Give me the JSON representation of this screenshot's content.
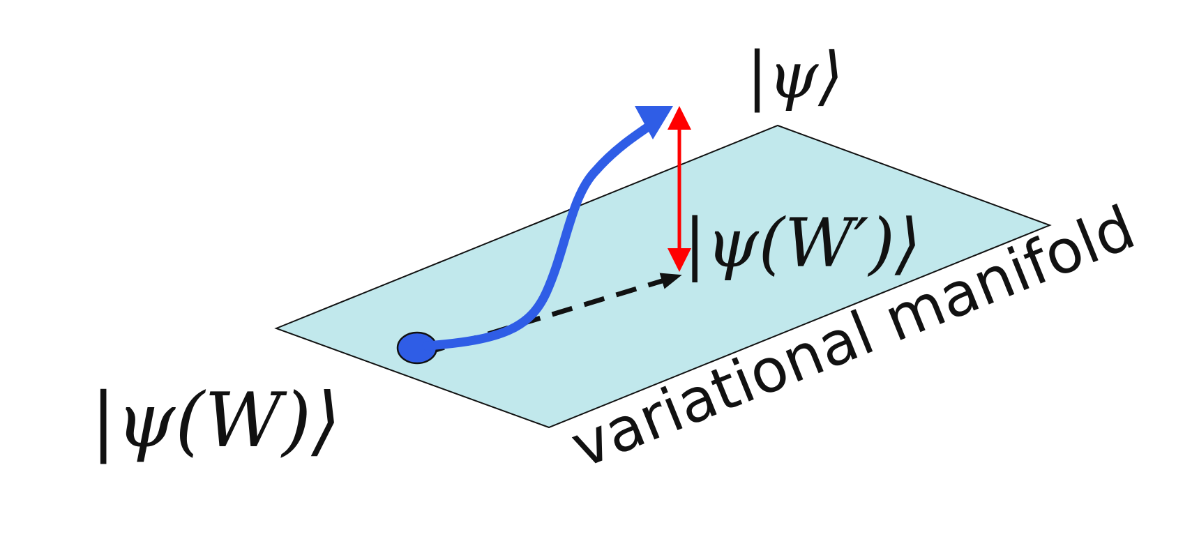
{
  "labels": {
    "psi": "|ψ⟩",
    "psi_w_prime": "|ψ(W′)⟩",
    "psi_w": "|ψ(W)⟩",
    "manifold": "variational manifold"
  },
  "colors": {
    "manifold_fill": "#c1e8ec",
    "manifold_stroke": "#111111",
    "trajectory": "#2f5de6",
    "distance_arrow": "#ff0000",
    "projection_arrow": "#111111",
    "start_point": "#2f5de6"
  }
}
